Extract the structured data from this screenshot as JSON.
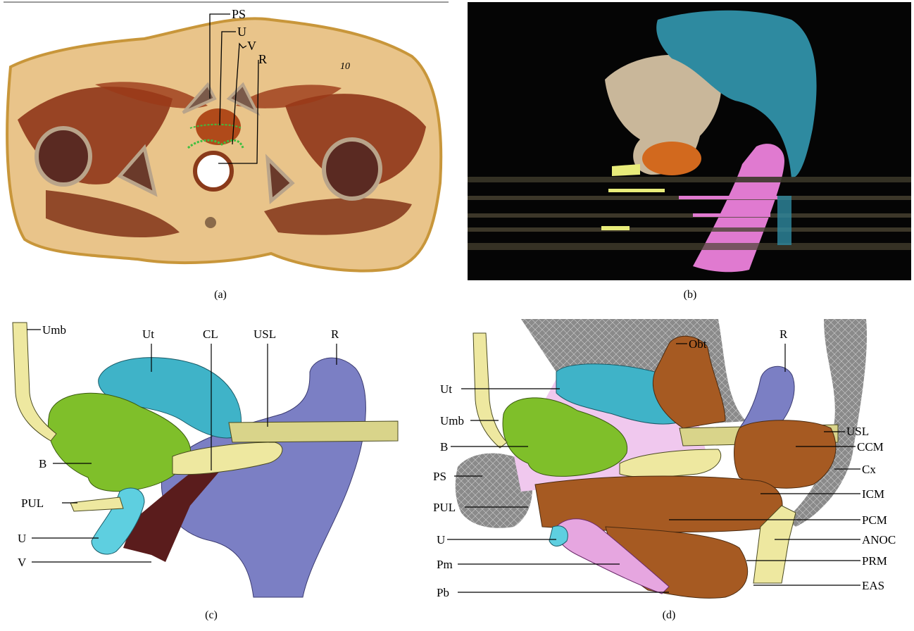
{
  "captions": {
    "a": "(a)",
    "b": "(b)",
    "c": "(c)",
    "d": "(d)"
  },
  "panel_a": {
    "image_note": "10",
    "labels": {
      "ps": "PS",
      "u": "U",
      "v": "V",
      "r": "R"
    }
  },
  "panel_c": {
    "labels": {
      "umb": "Umb",
      "ut": "Ut",
      "cl": "CL",
      "usl": "USL",
      "r": "R",
      "b": "B",
      "pul": "PUL",
      "u": "U",
      "v": "V"
    }
  },
  "panel_d": {
    "labels": {
      "obt": "Obt",
      "r": "R",
      "ut": "Ut",
      "umb": "Umb",
      "b": "B",
      "ps": "PS",
      "pul": "PUL",
      "u": "U",
      "pm": "Pm",
      "pb": "Pb",
      "usl": "USL",
      "ccm": "CCM",
      "cx": "Cx",
      "icm": "ICM",
      "pcm": "PCM",
      "anoc": "ANOC",
      "prm": "PRM",
      "eas": "EAS"
    }
  },
  "colors": {
    "uterus": "#3fb3c8",
    "bladder": "#7fbf2a",
    "rectum": "#7b7fc4",
    "ligament": "#eee8a0",
    "vagina": "#5a1c1c",
    "muscle": "#a65a22",
    "bone_mesh": "#8a8a8a",
    "pink": "#e6a6e0",
    "section_bg": "#e9c48a"
  }
}
